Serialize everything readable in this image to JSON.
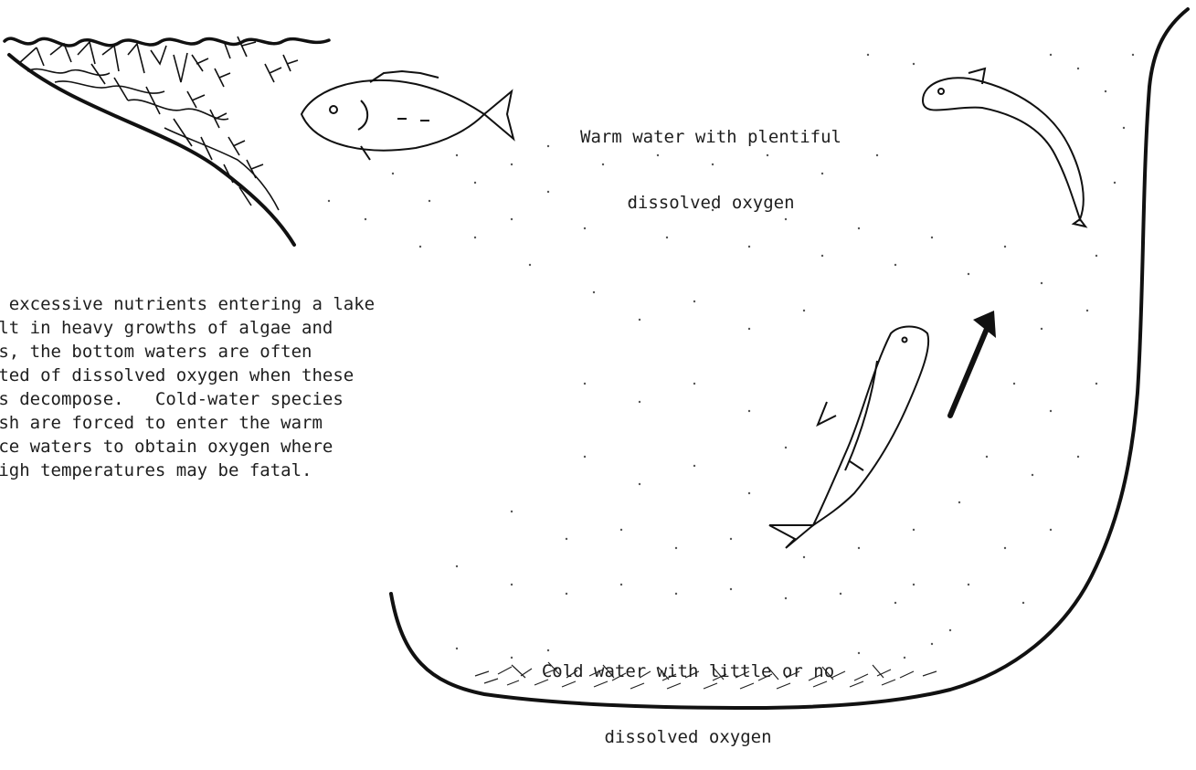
{
  "labels": {
    "warm_line1": "Warm water with plentiful",
    "warm_line2": "dissolved oxygen",
    "cold_line1": "Cold water with little or no",
    "cold_line2": "dissolved oxygen"
  },
  "caption": {
    "lines": [
      "hen excessive nutrients entering a lake",
      "esult in heavy growths of algae and",
      "eeds, the bottom waters are often",
      "pleted of dissolved oxygen when these",
      "ants decompose.   Cold-water species",
      " fish are forced to enter the warm",
      "rface waters to obtain oxygen where",
      "e high temperatures may be fatal."
    ]
  },
  "colors": {
    "ink": "#1a1a1a",
    "background": "#ffffff"
  },
  "icons": {
    "surface_fish": "fish-icon",
    "curved_fish": "fish-icon",
    "trout": "trout-icon",
    "arrow": "up-arrow-icon",
    "weeds": "weeds-icon"
  }
}
